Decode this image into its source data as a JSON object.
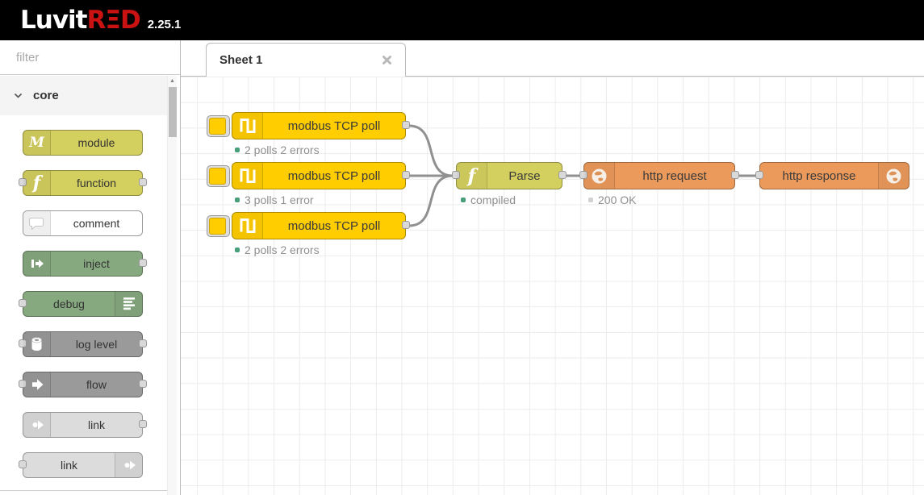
{
  "header": {
    "brand_primary": "Luvit",
    "brand_accent": "RΞD",
    "version": "2.25.1",
    "colors": {
      "bg": "#000000",
      "accent_red": "#cb1212",
      "text": "#ffffff"
    }
  },
  "sidebar": {
    "filter": {
      "placeholder": "filter",
      "value": "",
      "icon": "search-icon"
    },
    "scrollbar": {
      "up_arrow": "▲"
    },
    "category": {
      "label": "core",
      "icon": "chevron-down-icon",
      "expanded": true
    },
    "palette": [
      {
        "label": "module",
        "color": "#d4d05f",
        "icon": "module-script-m-icon",
        "icon_side": "left",
        "ports": []
      },
      {
        "label": "function",
        "color": "#d4d05f",
        "icon": "function-f-icon",
        "icon_side": "left",
        "ports": [
          "in",
          "out"
        ]
      },
      {
        "label": "comment",
        "color": "#ffffff",
        "icon": "comment-bubble-icon",
        "icon_side": "left",
        "ports": []
      },
      {
        "label": "inject",
        "color": "#87a980",
        "icon": "inject-arrow-icon",
        "icon_side": "left",
        "ports": [
          "out"
        ]
      },
      {
        "label": "debug",
        "color": "#87a980",
        "icon": "debug-list-icon",
        "icon_side": "right",
        "ports": [
          "in"
        ]
      },
      {
        "label": "log level",
        "color": "#9a9a9a",
        "icon": "log-roll-icon",
        "icon_side": "left",
        "ports": [
          "in",
          "out"
        ]
      },
      {
        "label": "flow",
        "color": "#9a9a9a",
        "icon": "flow-arrow-icon",
        "icon_side": "left",
        "ports": [
          "in",
          "out"
        ]
      },
      {
        "label": "link",
        "color": "#dcdcdc",
        "icon": "link-icon",
        "icon_side": "left",
        "ports": [
          "out"
        ]
      },
      {
        "label": "link",
        "color": "#dcdcdc",
        "icon": "link-icon",
        "icon_side": "right",
        "ports": [
          "in"
        ]
      }
    ]
  },
  "workspace": {
    "tabs": [
      {
        "label": "Sheet 1",
        "active": true,
        "close_icon": "x-cross"
      }
    ],
    "grid_color": "#ececec"
  },
  "flow": {
    "wire_color": "#909090",
    "nodes": [
      {
        "id": "modbus-1",
        "label": "modbus TCP poll",
        "color": "#ffcd00",
        "icon": "square-wave-icon",
        "button": true,
        "status": {
          "text": "2 polls 2 errors",
          "shape": "square",
          "color": "#47a077"
        }
      },
      {
        "id": "modbus-2",
        "label": "modbus TCP poll",
        "color": "#ffcd00",
        "icon": "square-wave-icon",
        "button": true,
        "status": {
          "text": "3 polls 1 error",
          "shape": "square",
          "color": "#47a077"
        }
      },
      {
        "id": "modbus-3",
        "label": "modbus TCP poll",
        "color": "#ffcd00",
        "icon": "square-wave-icon",
        "button": true,
        "status": {
          "text": "2 polls 2 errors",
          "shape": "square",
          "color": "#47a077"
        }
      },
      {
        "id": "parse",
        "label": "Parse",
        "color": "#d4d05f",
        "icon": "function-f-icon",
        "status": {
          "text": "compiled",
          "shape": "square",
          "color": "#47a077"
        }
      },
      {
        "id": "http-request",
        "label": "http request",
        "color": "#eb9a5b",
        "icon": "globe-icon",
        "status": {
          "text": "200 OK",
          "shape": "square",
          "color": "#d2d2d2"
        }
      },
      {
        "id": "http-response",
        "label": "http response",
        "color": "#eb9a5b",
        "icon": "globe-icon",
        "status": null
      }
    ],
    "wires": [
      {
        "from": "modbus-1",
        "to": "parse"
      },
      {
        "from": "modbus-2",
        "to": "parse"
      },
      {
        "from": "modbus-3",
        "to": "parse"
      },
      {
        "from": "parse",
        "to": "http-request"
      },
      {
        "from": "http-request",
        "to": "http-response"
      }
    ]
  }
}
